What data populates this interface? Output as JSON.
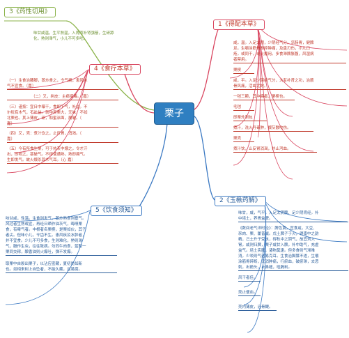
{
  "center": "栗子",
  "colors": {
    "green": "#8bb34a",
    "red": "#d9455f",
    "blue": "#3a78c2",
    "orange": "#e27a3f",
    "purple": "#8b3fa3",
    "center": "#2f7fc1"
  },
  "b1": {
    "title": "1《得配本草》",
    "lines": [
      "咸，温。入足太阴，少阴经气分。凉肠胃，健脾",
      "足。生嚼涂筋骨断碎肿痛，及盘刃伤，小儿口",
      "疮，或同干，或火煨用。多食滞脾胀腹，风湿病",
      "者禁用。",
      "栗楔",
      "咸，平。入足少阴经气分，大有补肾之功，治筋",
      "骨风痛，活血尤效。",
      "一毬三颗，其中扁者，栗楔也。",
      "毛毬",
      "即栗外刺包",
      "煮汁，洗火丹毒肿，煨灰敷咬伤。",
      "栗壳",
      "煮汁饮，止反胃消渴，并止泻血。"
    ]
  },
  "b2": {
    "title": "2《玉楸药解》",
    "lines": [
      "味甘，咸，气平，入足太阴脾、足少阴肾经。补",
      "中培土，养胃益脾。",
      "《数间老气洋时论》：脾色黄，宜食咸，大豆、",
      "豕肉、栗、藿皆咸。戊土脾子于火，得南中之韵",
      "精，己土升子受水，得秋中之阴气，故宜刘入",
      "胃，咸则归脾，栗子咸甘入脾，补中助气，充虚",
      "益气。培土实脾，诸物莫逮。但多食则气滞难",
      "消，少啖则气达易克耳。生食治脚膝不遂，生嚼",
      "涂筋骨碎断，又消肿痛，行瘀血，破瘀滞，去恶",
      "刺，出箭头，止鼻衄，噎膈利。",
      "风干者佳。",
      "壳止便血。",
      "壳内薄皮，治骨鲠。"
    ]
  },
  "b3": {
    "title": "3《药性切用》",
    "lines": [
      "味甘咸温，生平熟温，入肾而补肾强筋，生研舔",
      "化，熟则滞气，小儿不可多吃。"
    ]
  },
  "b4": {
    "title": "4《食疗本草》",
    "lines": [
      "（一）生食治腰脚，蒸炒食之，令气拥，患风水",
      "气不宜食。〔嘉〕",
      "（二）又，树皮：主瘅痃毒。〔嘉〕",
      "（三）谨按：宜日中曝干，食即下气，补益。不",
      "尔犹有木气，不补益。就中吴栗大，无味，不如",
      "北栗也。其上薄皮，研，和蜜涂面，展皱。〔",
      "嘉〕",
      "（四）又，壳：煮汁饮之，止反胃，消渴。〔",
      "嘉〕",
      "（五）今有所食生栗，可于热灰中煨之，令才汗",
      "出，即啖之，甚破气。不得使通熟，熟即拥气。",
      "生即发气。故火煨杀其木气耳。〔心 嘉〕"
    ]
  },
  "b5": {
    "title": "5《饮食须知》",
    "lines": [
      "味甘咸，性温。生食则发气，蒸炒熟食则壅气。",
      "风过者生熟或宜，再经日晒作油灰气，晦嗅栗",
      "食，有霉气者。中根者名栗楔，是栗如伙，其子",
      "者尖。但味小儿，令齿不生。患风疾及水肿者，",
      "并不宜食。少儿不可多食，生则难化，熟则滞",
      "气，膈作生虫，往往致病。勿同牛肉食，蓝取一",
      "栗同交稼，酿香油则火爆吐，弹不发爆。",
      "取栗中自裂出栗子，以沾应密藏，夏初尚如新",
      "也。如相来树上自坠者，不能久藏，且易腐。"
    ]
  }
}
